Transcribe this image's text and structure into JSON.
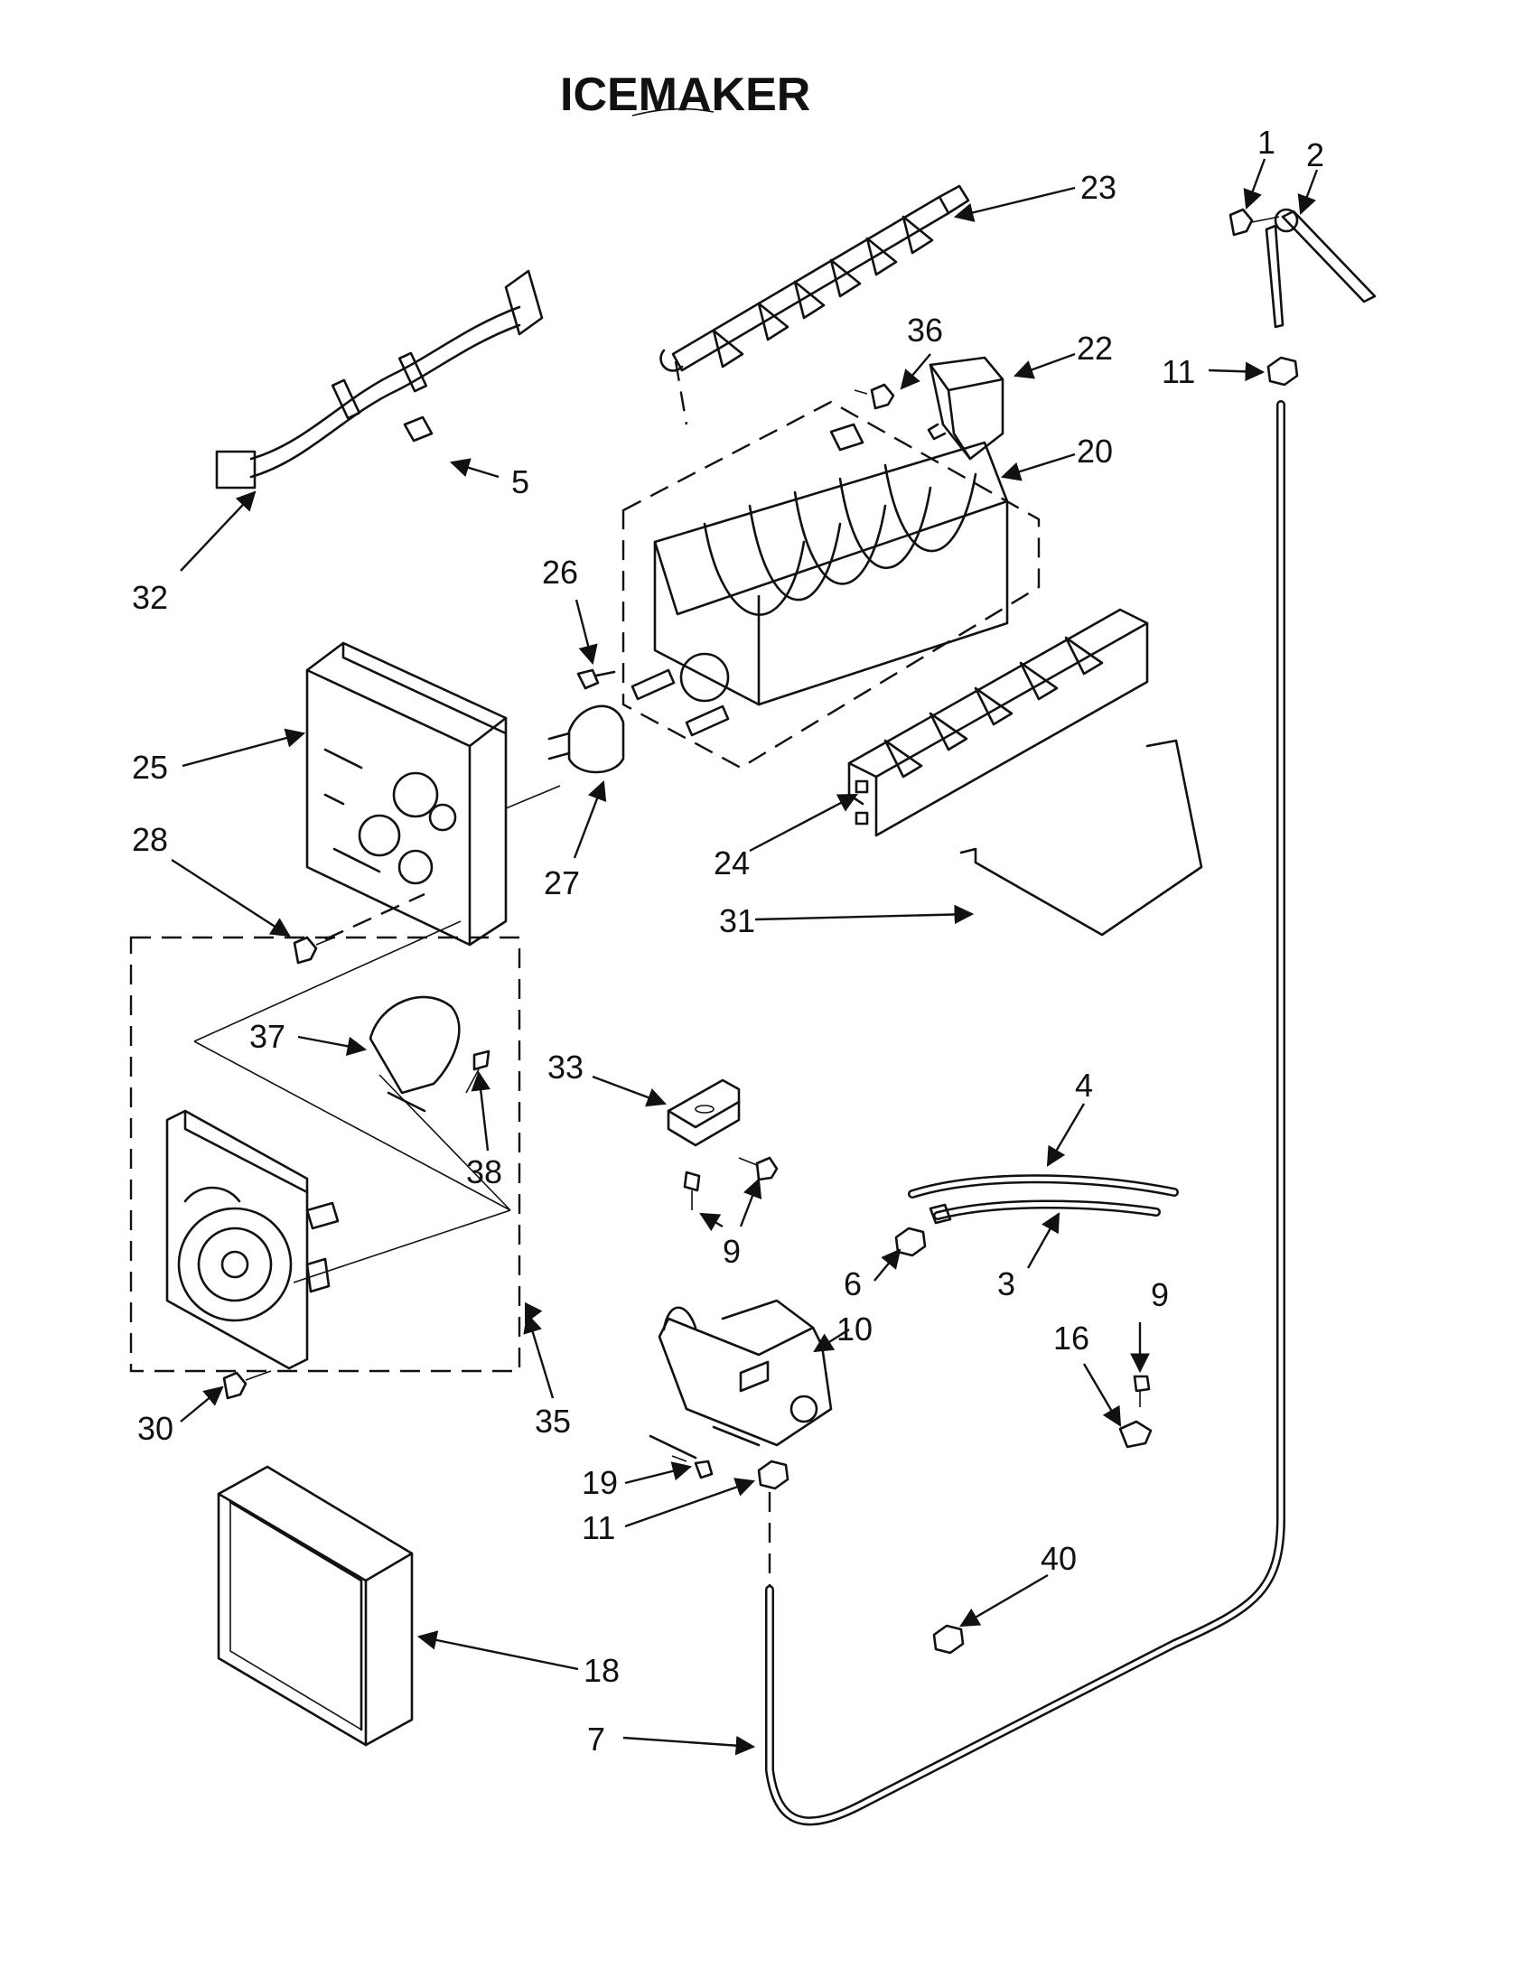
{
  "title": "ICEMAKER",
  "callouts": {
    "c1": "1",
    "c2": "2",
    "c3": "3",
    "c4": "4",
    "c5": "5",
    "c6": "6",
    "c7": "7",
    "c9a": "9",
    "c9b": "9",
    "c10": "10",
    "c11a": "11",
    "c11b": "11",
    "c16": "16",
    "c18": "18",
    "c19": "19",
    "c20": "20",
    "c22": "22",
    "c23": "23",
    "c24": "24",
    "c25": "25",
    "c26": "26",
    "c27": "27",
    "c28": "28",
    "c30": "30",
    "c31": "31",
    "c32": "32",
    "c33": "33",
    "c35": "35",
    "c36": "36",
    "c37": "37",
    "c38": "38",
    "c40": "40"
  }
}
